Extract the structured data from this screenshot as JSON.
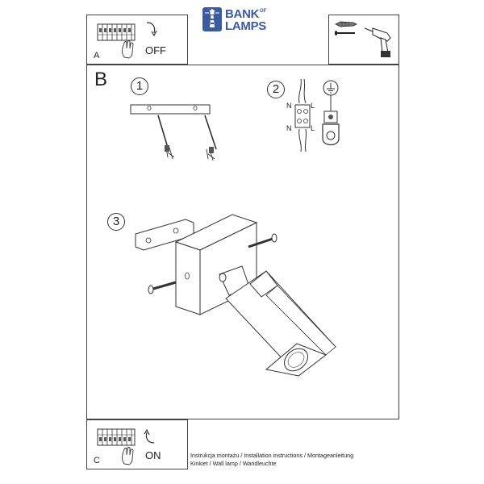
{
  "logo": {
    "line1": "BANK",
    "line2": "LAMPS",
    "small": "OF",
    "color": "#3d5a9e",
    "icon": "lighthouse-icon"
  },
  "panel_a": {
    "label": "A",
    "state": "OFF",
    "icons": [
      "fuse-box-icon",
      "hand-icon",
      "rotate-arrow-icon"
    ]
  },
  "panel_tools": {
    "icons": [
      "wall-plug-icon",
      "screw-icon",
      "drill-icon"
    ]
  },
  "panel_b": {
    "label": "B",
    "steps": [
      {
        "number": "1",
        "icon": "mounting-bracket-icon"
      },
      {
        "number": "2",
        "icon": "wiring-terminal-icon",
        "terminal_labels": {
          "left": "N",
          "right": "L"
        },
        "ground_icon": "ground-symbol-icon"
      },
      {
        "number": "3",
        "icon": "wall-lamp-assembly-icon"
      }
    ]
  },
  "panel_c": {
    "label": "C",
    "state": "ON"
  },
  "caption": {
    "line1": "Instrukcja montażu / Installation instructions / Montageanleitung",
    "line2": "Kinkiet  / Wall lamp / Wandleuchte"
  }
}
